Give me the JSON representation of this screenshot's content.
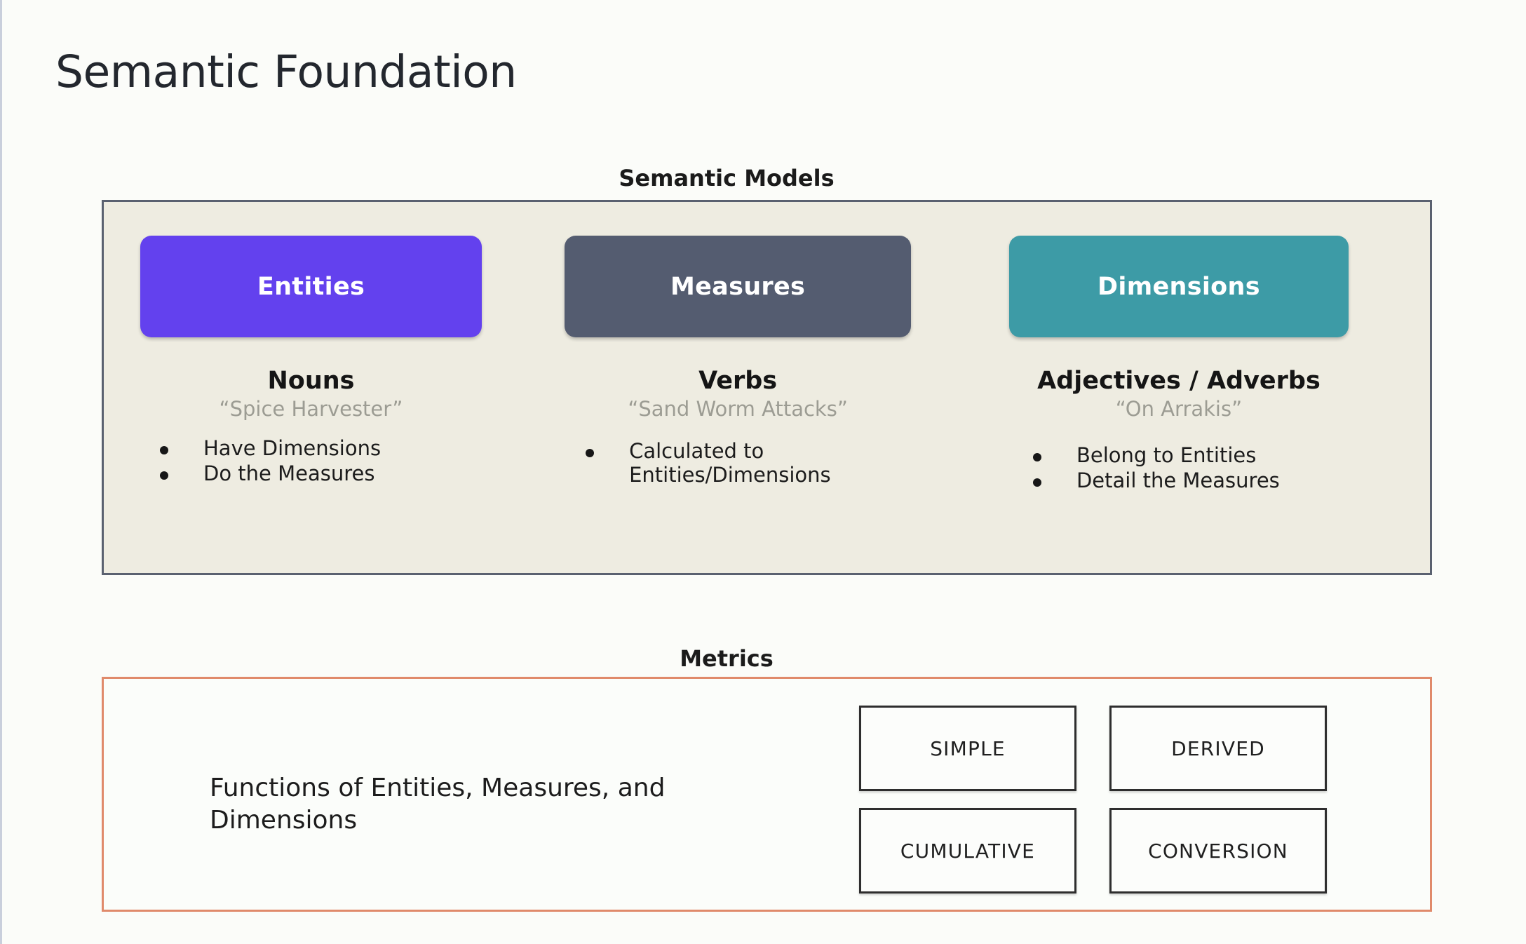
{
  "page": {
    "title": "Semantic Foundation",
    "background_color": "#fbfcf9"
  },
  "semantic_models": {
    "heading": "Semantic Models",
    "panel_background": "#eeece1",
    "panel_border_color": "#5a6170",
    "columns": [
      {
        "chip_label": "Entities",
        "chip_color": "#6341ee",
        "part_of_speech": "Nouns",
        "example": "“Spice Harvester”",
        "bullets": [
          "Have Dimensions",
          "Do the Measures"
        ]
      },
      {
        "chip_label": "Measures",
        "chip_color": "#545c70",
        "part_of_speech": "Verbs",
        "example": "“Sand Worm Attacks”",
        "bullets": [
          "Calculated to\nEntities/Dimensions"
        ]
      },
      {
        "chip_label": "Dimensions",
        "chip_color": "#3d9ba6",
        "part_of_speech": "Adjectives / Adverbs",
        "example": "“On Arrakis”",
        "bullets": [
          "Belong to Entities",
          "Detail the Measures"
        ]
      }
    ]
  },
  "metrics": {
    "heading": "Metrics",
    "panel_border_color": "#e08a6b",
    "description": "Functions of Entities, Measures, and Dimensions",
    "types": [
      "SIMPLE",
      "DERIVED",
      "CUMULATIVE",
      "CONVERSION"
    ]
  }
}
